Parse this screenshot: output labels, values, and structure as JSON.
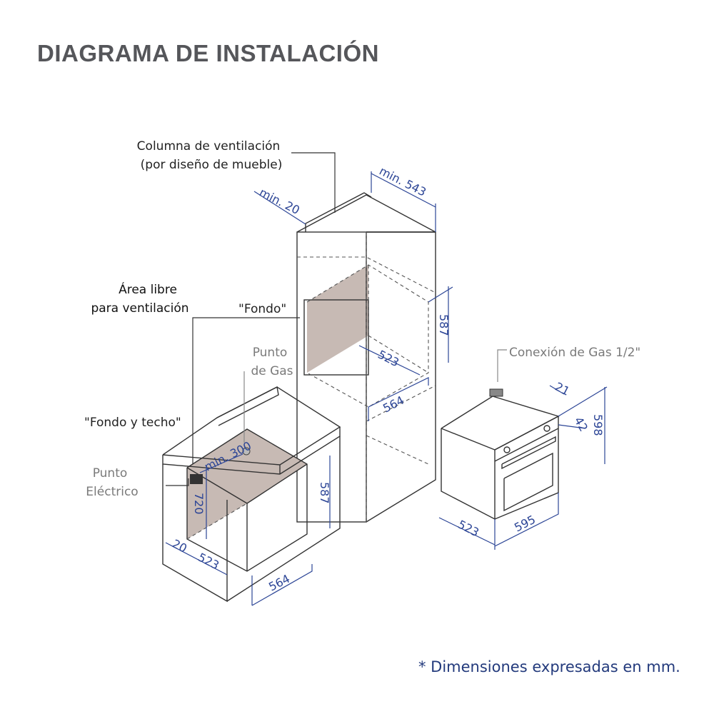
{
  "title": "DIAGRAMA DE INSTALACIÓN",
  "note": "* Dimensiones expresadas en mm.",
  "labels": {
    "column_line1": "Columna de ventilación",
    "column_line2": "(por diseño de mueble)",
    "free_area_line1": "Área libre",
    "free_area_line2": "para ventilación",
    "fondo": "\"Fondo\"",
    "fondo_techo": "\"Fondo y techo\"",
    "gas_point_line1": "Punto",
    "gas_point_line2": "de Gas",
    "electric_point_line1": "Punto",
    "electric_point_line2": "Eléctrico",
    "gas_connection": "Conexión de Gas 1/2\""
  },
  "dimensions": {
    "tall_min20": "min. 20",
    "tall_min543": "min. 543",
    "tall_587": "587",
    "tall_523": "523",
    "tall_564": "564",
    "base_min300": "min. 300",
    "base_720": "720",
    "base_587": "587",
    "base_20": "20",
    "base_523": "523",
    "base_564": "564",
    "oven_21": "21",
    "oven_42": "42",
    "oven_598": "598",
    "oven_523": "523",
    "oven_595": "595"
  },
  "colors": {
    "dimension": "#2c4596",
    "title": "#55565a",
    "shade": "#c7bab4"
  }
}
